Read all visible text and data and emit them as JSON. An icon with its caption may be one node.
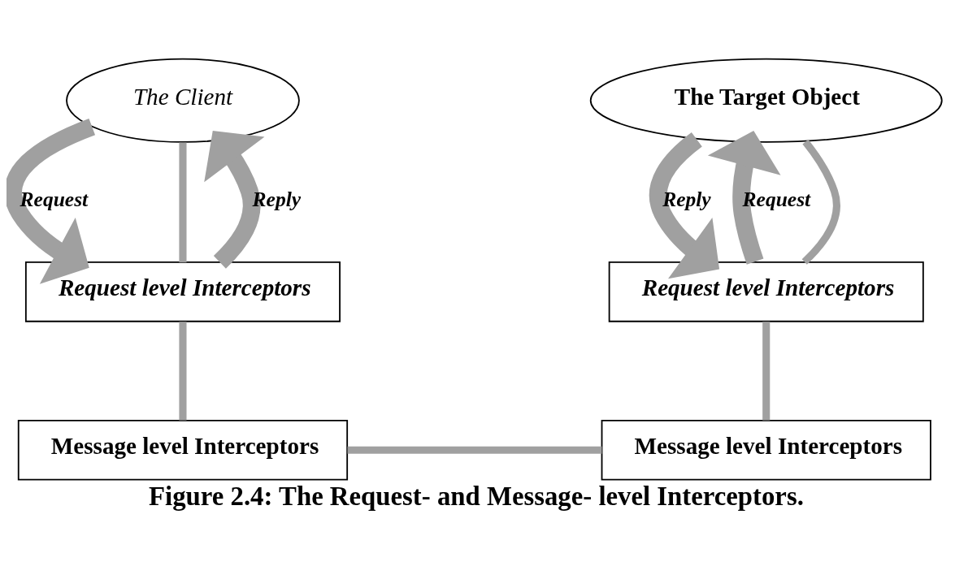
{
  "diagram": {
    "caption": "Figure 2.4: The Request- and Message- level Interceptors.",
    "nodes": [
      {
        "text": [
          "The Client"
        ]
      },
      {
        "text": [
          "The Target Object"
        ]
      },
      {
        "text": [
          "Request level Interceptors"
        ]
      },
      {
        "text": [
          "Request level Interceptors"
        ]
      },
      {
        "text": [
          "Message level Interceptors"
        ]
      },
      {
        "text": [
          "Message level Interceptors"
        ]
      }
    ],
    "edges": [
      {
        "from": 0,
        "to": 2,
        "arrow": "to",
        "label": "Request",
        "style": "thick"
      },
      {
        "from": 2,
        "to": 0,
        "arrow": "to",
        "label": "Reply",
        "style": "thick"
      },
      {
        "from": 3,
        "to": 1,
        "arrow": "to",
        "label": "Request",
        "style": "thick"
      },
      {
        "from": 1,
        "to": 3,
        "arrow": "to",
        "label": "Reply",
        "style": "thick"
      },
      {
        "from": 0,
        "to": 2,
        "arrow": "none"
      },
      {
        "from": 2,
        "to": 4,
        "arrow": "none"
      },
      {
        "from": 4,
        "to": 5,
        "arrow": "none"
      },
      {
        "from": 5,
        "to": 3,
        "arrow": "none"
      },
      {
        "from": 3,
        "to": 1,
        "arrow": "none"
      }
    ]
  }
}
